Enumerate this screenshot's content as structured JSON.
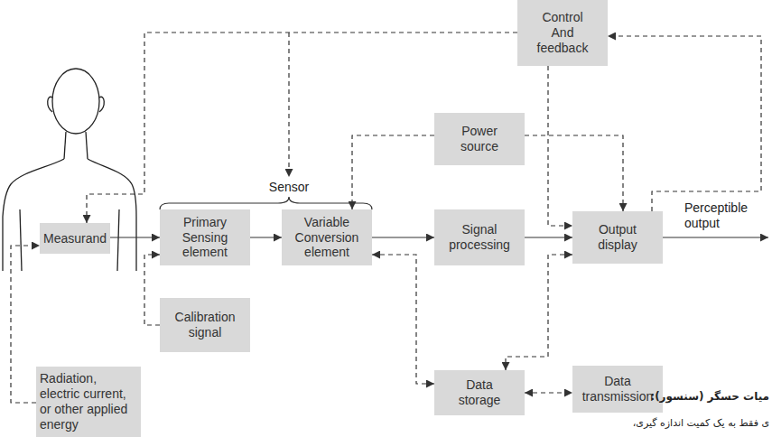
{
  "diagram": {
    "nodes": [
      {
        "text": [
          "Control And feedback"
        ]
      },
      {
        "text": [
          "Power source"
        ]
      },
      {
        "text": [
          "Measurand"
        ]
      },
      {
        "text": [
          "Primary Sensing element"
        ]
      },
      {
        "text": [
          "Variable Conversion element"
        ]
      },
      {
        "text": [
          "Signal processing"
        ]
      },
      {
        "text": [
          "Output display"
        ]
      },
      {
        "text": [
          "Calibration signal"
        ]
      },
      {
        "text": [
          "Data storage"
        ]
      },
      {
        "text": [
          "Data transmission"
        ]
      },
      {
        "text": [
          "Radiation, electric current, or other applied energy"
        ]
      }
    ],
    "edges": [
      {
        "from": 2,
        "to": 3,
        "arrow": "to"
      },
      {
        "from": 3,
        "to": 4,
        "arrow": "to"
      },
      {
        "from": 4,
        "to": 5,
        "arrow": "to"
      },
      {
        "from": 5,
        "to": 6,
        "arrow": "to"
      },
      {
        "from": 7,
        "to": 3,
        "arrow": "to"
      },
      {
        "from": 10,
        "to": 2,
        "arrow": "to"
      },
      {
        "from": 4,
        "to": 8,
        "arrow": "both"
      },
      {
        "from": 8,
        "to": 9,
        "arrow": "both"
      },
      {
        "from": 6,
        "to": 8,
        "arrow": "both"
      },
      {
        "from": 0,
        "to": 6,
        "arrow": "to"
      },
      {
        "from": 1,
        "to": 4,
        "arrow": "to"
      },
      {
        "from": 1,
        "to": 6,
        "arrow": "to"
      },
      {
        "from": 6,
        "to": 0,
        "arrow": "to"
      },
      {
        "from": 0,
        "to": 2,
        "arrow": "to"
      }
    ],
    "labels": [
      "Sensor",
      "Perceptible output",
      "میات حسگر (سنسور):",
      "ی فقط به یک کمیت اندازه گیری،"
    ]
  }
}
